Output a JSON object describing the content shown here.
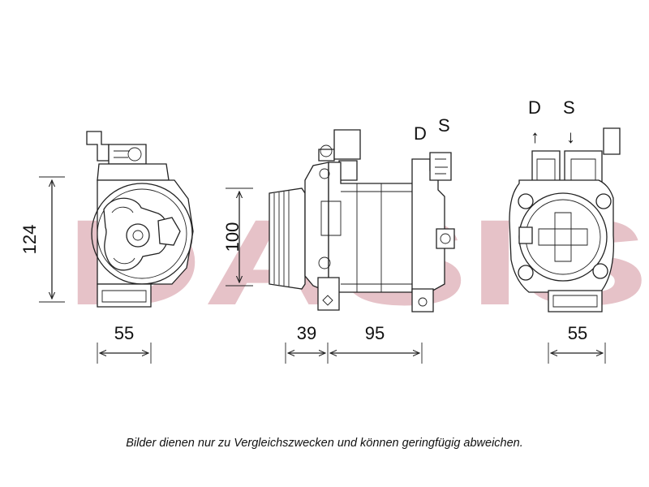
{
  "watermark": {
    "text": "DASIS",
    "color": "#e6c2c8"
  },
  "views": {
    "front": {
      "dim_height": "124",
      "dim_width": "55"
    },
    "side": {
      "dim_height": "100",
      "dim_pulley": "39",
      "dim_body": "95",
      "port_d": "D",
      "port_s": "S"
    },
    "rear": {
      "dim_width": "55",
      "port_d": "D",
      "port_s": "S",
      "arrow_up": "↑",
      "arrow_down": "↓"
    }
  },
  "caption": "Bilder dienen nur zu Vergleichszwecken und können geringfügig abweichen."
}
